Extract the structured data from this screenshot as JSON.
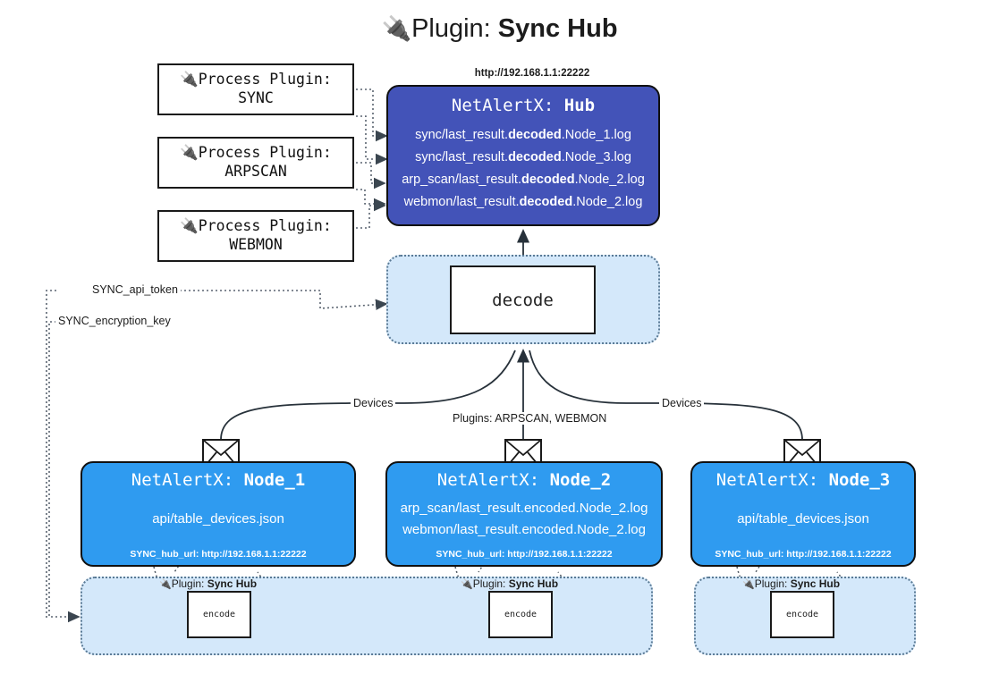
{
  "title": {
    "icon": "plug-icon",
    "glyph": "🔌",
    "prefix": "Plugin:",
    "name": "Sync Hub"
  },
  "colors": {
    "hub_fill": "#4353b8",
    "node_fill": "#2f9bf0",
    "pane_fill": "#d4e8fa",
    "box_stroke": "#101010",
    "text_dark": "#1c1c1c",
    "text_light": "#ffffff"
  },
  "process_plugins": [
    {
      "icon": "plug-icon",
      "glyph": "🔌",
      "line1": "Process Plugin:",
      "line2": "SYNC"
    },
    {
      "icon": "plug-icon",
      "glyph": "🔌",
      "line1": "Process Plugin:",
      "line2": "ARPSCAN"
    },
    {
      "icon": "plug-icon",
      "glyph": "🔌",
      "line1": "Process Plugin:",
      "line2": "WEBMON"
    }
  ],
  "hub": {
    "url": "http://192.168.1.1:22222",
    "title_prefix": "NetAlertX:",
    "title_name": "Hub",
    "logs": [
      {
        "pre": "sync/last_result.",
        "mid": "decoded",
        "post": ".Node_1.log"
      },
      {
        "pre": "sync/last_result.",
        "mid": "decoded",
        "post": ".Node_3.log"
      },
      {
        "pre": "arp_scan/last_result.",
        "mid": "decoded",
        "post": ".Node_2.log"
      },
      {
        "pre": "webmon/last_result.",
        "mid": "decoded",
        "post": ".Node_2.log"
      }
    ]
  },
  "decode": {
    "label": "decode"
  },
  "secrets": {
    "api_token": "SYNC_api_token",
    "encryption_key": "SYNC_encryption_key"
  },
  "edges": {
    "devices_left": "Devices",
    "devices_right": "Devices",
    "plugins": "Plugins: ARPSCAN, WEBMON"
  },
  "nodes": [
    {
      "title_prefix": "NetAlertX:",
      "title_name": "Node_1",
      "lines": [
        "api/table_devices.json"
      ],
      "footer": "SYNC_hub_url: http://192.168.1.1:22222",
      "mail_icon": "envelope-icon"
    },
    {
      "title_prefix": "NetAlertX:",
      "title_name": "Node_2",
      "lines": [
        "arp_scan/last_result.encoded.Node_2.log",
        "webmon/last_result.encoded.Node_2.log"
      ],
      "footer": "SYNC_hub_url: http://192.168.1.1:22222",
      "mail_icon": "envelope-icon"
    },
    {
      "title_prefix": "NetAlertX:",
      "title_name": "Node_3",
      "lines": [
        "api/table_devices.json"
      ],
      "footer": "SYNC_hub_url: http://192.168.1.1:22222",
      "mail_icon": "envelope-icon"
    }
  ],
  "encoders": [
    {
      "tag_icon": "plug-icon",
      "tag_glyph": "🔌",
      "tag_prefix": "Plugin:",
      "tag_name": "Sync Hub",
      "label": "encode"
    },
    {
      "tag_icon": "plug-icon",
      "tag_glyph": "🔌",
      "tag_prefix": "Plugin:",
      "tag_name": "Sync Hub",
      "label": "encode"
    },
    {
      "tag_icon": "plug-icon",
      "tag_glyph": "🔌",
      "tag_prefix": "Plugin:",
      "tag_name": "Sync Hub",
      "label": "encode"
    }
  ]
}
